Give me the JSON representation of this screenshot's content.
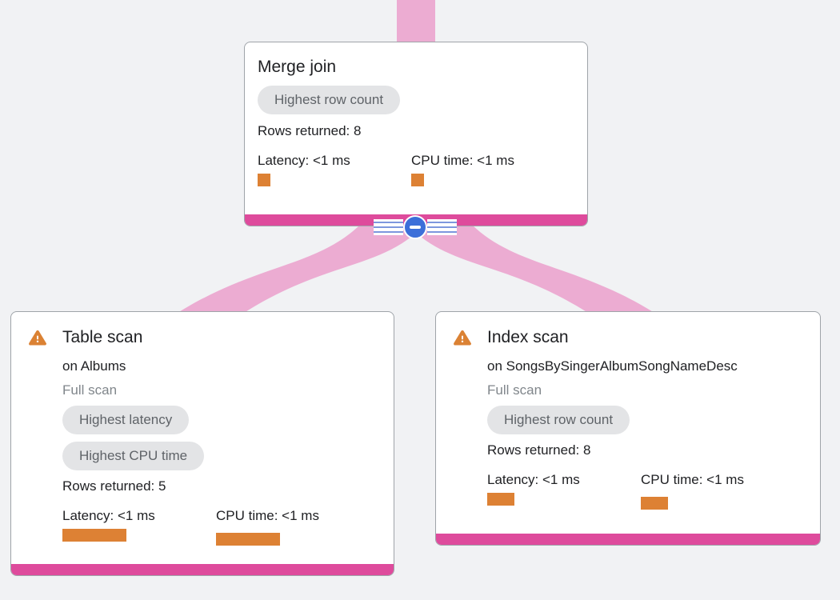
{
  "view": {
    "type": "query-execution-plan-graph",
    "background_color": "#F1F2F4"
  },
  "colors": {
    "edge_pink": "#ECACD2",
    "node_accent_pink": "#DE4B9C",
    "metric_bar_orange": "#DD8134",
    "warning_orange": "#DB8234",
    "collapse_blue": "#3C6FD9",
    "badge_gray_bg": "#E3E4E6",
    "badge_gray_text": "#5F6368",
    "muted_text": "#80868B"
  },
  "edges": [
    {
      "from": "parent",
      "to": "merge-join"
    },
    {
      "from": "merge-join",
      "to": "table-scan"
    },
    {
      "from": "merge-join",
      "to": "index-scan"
    }
  ],
  "collapse_control": {
    "state": "expanded",
    "symbol": "minus"
  },
  "nodes": {
    "merge_join": {
      "title": "Merge join",
      "badges": [
        "Highest row count"
      ],
      "rows_returned": "Rows returned: 8",
      "latency": {
        "label": "Latency: <1 ms",
        "bar_style": "width:16px"
      },
      "cpu": {
        "label": "CPU time: <1 ms",
        "bar_style": "width:16px"
      }
    },
    "table_scan": {
      "title": "Table scan",
      "has_warning": true,
      "subtitle": "on Albums",
      "scan_type": "Full scan",
      "badges": [
        "Highest latency",
        "Highest CPU time"
      ],
      "rows_returned": "Rows returned: 5",
      "latency": {
        "label": "Latency: <1 ms",
        "bar_style": "width:80px"
      },
      "cpu": {
        "label": "CPU time: <1 ms",
        "bar_style": "width:80px"
      }
    },
    "index_scan": {
      "title": "Index scan",
      "has_warning": true,
      "subtitle": "on SongsBySingerAlbumSongNameDesc",
      "scan_type": "Full scan",
      "badges": [
        "Highest row count"
      ],
      "rows_returned": "Rows returned: 8",
      "latency": {
        "label": "Latency: <1 ms",
        "bar_style": "width:34px"
      },
      "cpu": {
        "label": "CPU time: <1 ms",
        "bar_style": "width:34px"
      }
    }
  }
}
